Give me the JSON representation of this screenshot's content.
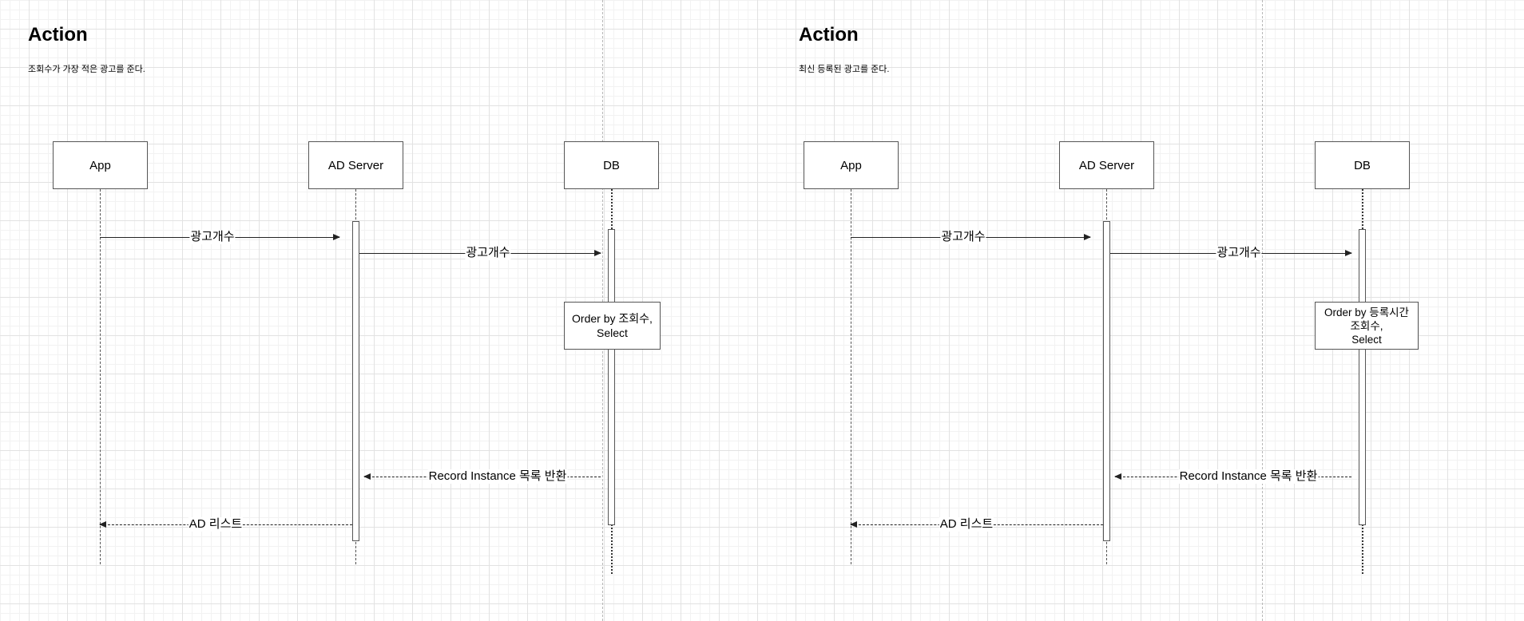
{
  "panels": [
    {
      "title": "Action",
      "subtitle": "조회수가 가장 적은 광고를 준다.",
      "participants": [
        "App",
        "AD Server",
        "DB"
      ],
      "messages": [
        "광고개수",
        "광고개수",
        "Record Instance 목록 반환",
        "AD 리스트"
      ],
      "note": "Order by 조회수,\nSelect"
    },
    {
      "title": "Action",
      "subtitle": "최신 등록된 광고를 준다.",
      "participants": [
        "App",
        "AD Server",
        "DB"
      ],
      "messages": [
        "광고개수",
        "광고개수",
        "Record Instance 목록 반환",
        "AD 리스트"
      ],
      "note": "Order by 등록시간\n조회수,\nSelect"
    }
  ],
  "colors": {
    "grid": "#e2e2e2",
    "stroke": "#555555",
    "divider": "#b8b8b8",
    "background": "#ffffff"
  }
}
